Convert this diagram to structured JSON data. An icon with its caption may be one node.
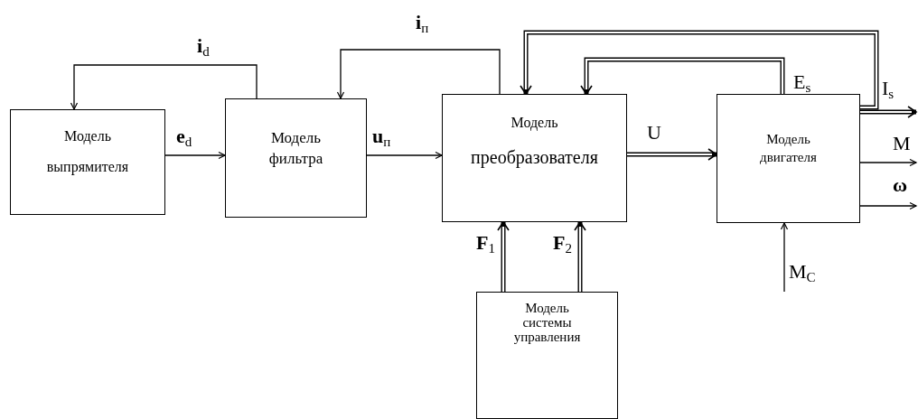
{
  "diagram": {
    "nodes": [
      {
        "text": [
          "Модель выпрямителя"
        ]
      },
      {
        "text": [
          "Модель фильтра"
        ]
      },
      {
        "text": [
          "Модель",
          "преобразователя"
        ]
      },
      {
        "text": [
          "Модель двигателя"
        ]
      },
      {
        "text": [
          "Модель системы управления"
        ]
      }
    ],
    "edges": [
      {
        "from": 1,
        "to": 0,
        "arrow": "to",
        "label": "**i**$_{d}$"
      },
      {
        "from": 0,
        "to": 1,
        "arrow": "to",
        "label": "**e**$_{d}$"
      },
      {
        "from": 2,
        "to": 1,
        "arrow": "to",
        "label": "**i**$_{п}$"
      },
      {
        "from": 1,
        "to": 2,
        "arrow": "to",
        "label": "**u**$_{п}$"
      },
      {
        "from": 2,
        "to": 3,
        "arrow": "to",
        "label": "U",
        "style": "thick"
      },
      {
        "from": 3,
        "to": 2,
        "arrow": "to",
        "label": "E$_{s}$",
        "style": "thick"
      },
      {
        "from": 3,
        "to": 2,
        "arrow": "to",
        "label": "I$_{s}$",
        "style": "thick"
      },
      {
        "from": 3,
        "to": null,
        "arrow": "to",
        "style": "thick"
      },
      {
        "from": 3,
        "to": null,
        "arrow": "to",
        "label": "M"
      },
      {
        "from": 3,
        "to": null,
        "arrow": "to",
        "label": "**ω**"
      },
      {
        "from": 4,
        "to": 2,
        "arrow": "to",
        "label": "**F**$_{1}$",
        "style": "thick"
      },
      {
        "from": 4,
        "to": 2,
        "arrow": "to",
        "label": "**F**$_{2}$",
        "style": "thick"
      },
      {
        "from": null,
        "to": 3,
        "arrow": "to",
        "label": "M$_{C}$"
      }
    ]
  }
}
